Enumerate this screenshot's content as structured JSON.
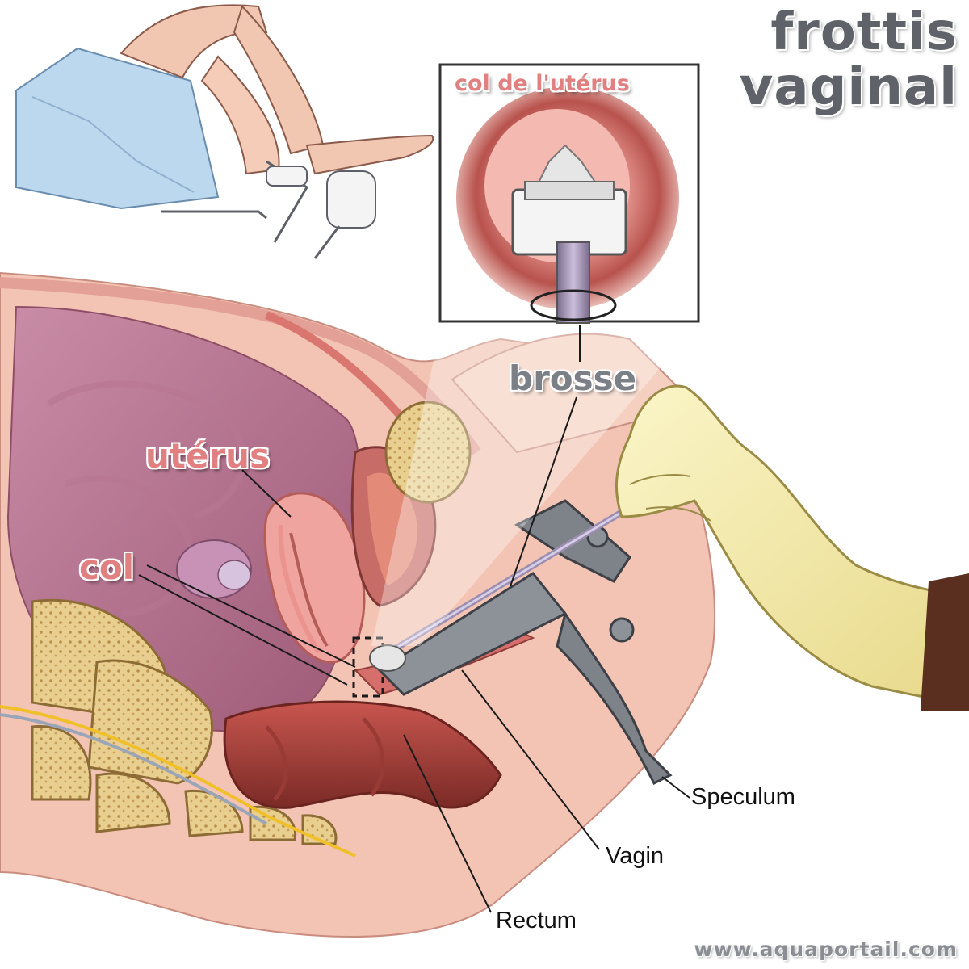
{
  "title": {
    "line1": "frottis",
    "line2": "vaginal"
  },
  "inset": {
    "caption": "col de l'utérus"
  },
  "labels": {
    "brosse": "brosse",
    "uterus": "utérus",
    "col": "col",
    "speculum": "Speculum",
    "vagin": "Vagin",
    "rectum": "Rectum"
  },
  "footer": "www.aquaportail.com",
  "colors": {
    "title": "#5f6268",
    "label_pink": "#e08080",
    "label_grey": "#7b7f86",
    "skin": "#f3c3b3",
    "tissue": "#d98a88",
    "pelvic_cavity": "#c77f93",
    "bone": "#e8cc8a",
    "glove": "#f3ebad",
    "speculum": "#6e7278",
    "gown": "#bcd8ee"
  }
}
